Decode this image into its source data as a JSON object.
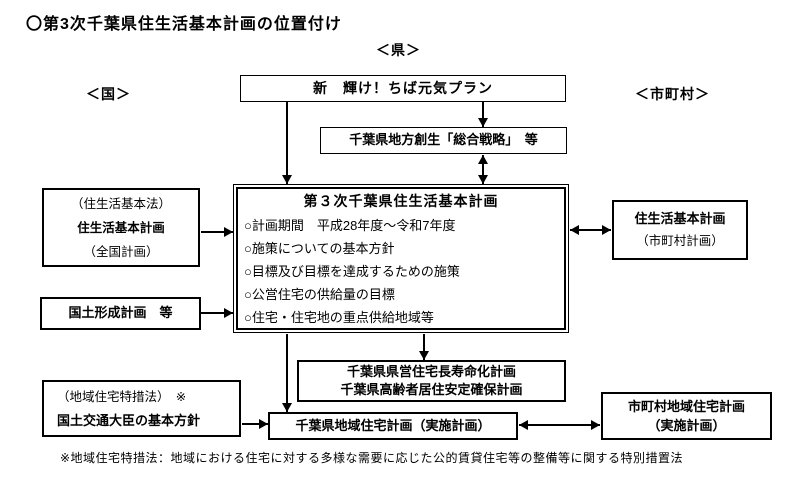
{
  "title": "〇第3次千葉県住生活基本計画の位置付け",
  "column_labels": {
    "national": "＜国＞",
    "prefecture": "＜県＞",
    "municipality": "＜市町村＞"
  },
  "boxes": {
    "genki_plan": {
      "label": "新　輝け！ちば元気プラン"
    },
    "sogo_senryaku": {
      "label": "千葉県地方創生「総合戦略」　等"
    },
    "central": {
      "title": "第３次千葉県住生活基本計画",
      "items": [
        "○計画期間　平成28年度～令和7年度",
        "○施策についての基本方針",
        "○目標及び目標を達成するための施策",
        "○公営住宅の供給量の目標",
        "○住宅・住宅地の重点供給地域等"
      ]
    },
    "national_housing_plan": {
      "line1": "（住生活基本法）",
      "line2": "住生活基本計画",
      "line3": "（全国計画）"
    },
    "kokudo_keisei": {
      "label": "国土形成計画　等"
    },
    "minister_policy": {
      "line1": "（地域住宅特措法）　※",
      "line2": "国土交通大臣の基本方針"
    },
    "municipal_housing_plan": {
      "line1": "住生活基本計画",
      "line2": "（市町村計画）"
    },
    "choju_plans": {
      "line1": "千葉県県営住宅長寿命化計画",
      "line2": "千葉県高齢者居住安定確保計画"
    },
    "chiba_chiiki_plan": {
      "label": "千葉県地域住宅計画（実施計画）"
    },
    "municipal_chiiki_plan": {
      "line1": "市町村地域住宅計画",
      "line2": "（実施計画）"
    }
  },
  "footnote": "※地域住宅特措法：地域における住宅に対する多様な需要に応じた公的賃貸住宅等の整備等に関する特別措置法"
}
